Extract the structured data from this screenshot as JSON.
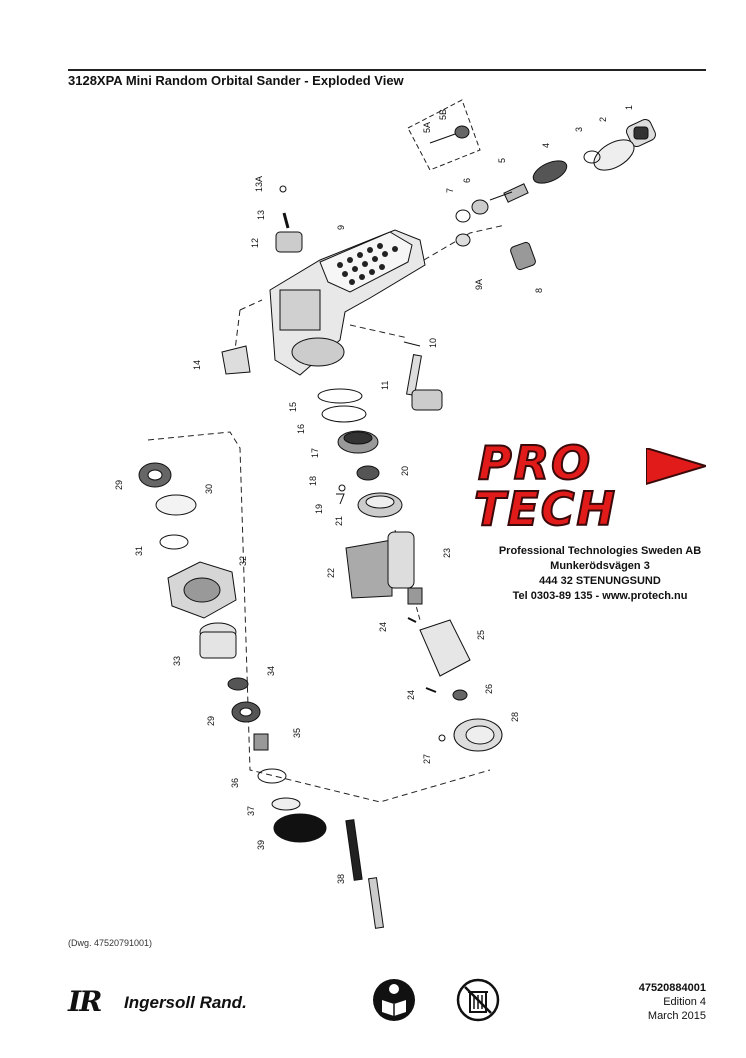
{
  "header": {
    "title": "3128XPA Mini Random Orbital Sander - Exploded View"
  },
  "drawing_number": "(Dwg. 47520791001)",
  "part_numbers": [
    "1",
    "2",
    "3",
    "4",
    "5",
    "5A",
    "5B",
    "6",
    "7",
    "8",
    "9",
    "9A",
    "10",
    "11",
    "12",
    "13",
    "13A",
    "14",
    "15",
    "16",
    "17",
    "18",
    "19",
    "20",
    "21",
    "22",
    "23",
    "24",
    "25",
    "26",
    "27",
    "28",
    "29",
    "30",
    "31",
    "32",
    "33",
    "34",
    "29",
    "35",
    "36",
    "37",
    "38",
    "39",
    "24"
  ],
  "distributor": {
    "logo_line_1": "PRO",
    "logo_line_2": "TECH",
    "company": "Professional Technologies Sweden AB",
    "street": "Munkerödsvägen 3",
    "postcode_city": "444 32 STENUNGSUND",
    "contact": "Tel 0303-89 135  -  www.protech.nu"
  },
  "footer": {
    "brand_mark": "IR",
    "brand_name": "Ingersoll Rand.",
    "doc_number": "47520884001",
    "edition": "Edition 4",
    "date": "March 2015"
  }
}
